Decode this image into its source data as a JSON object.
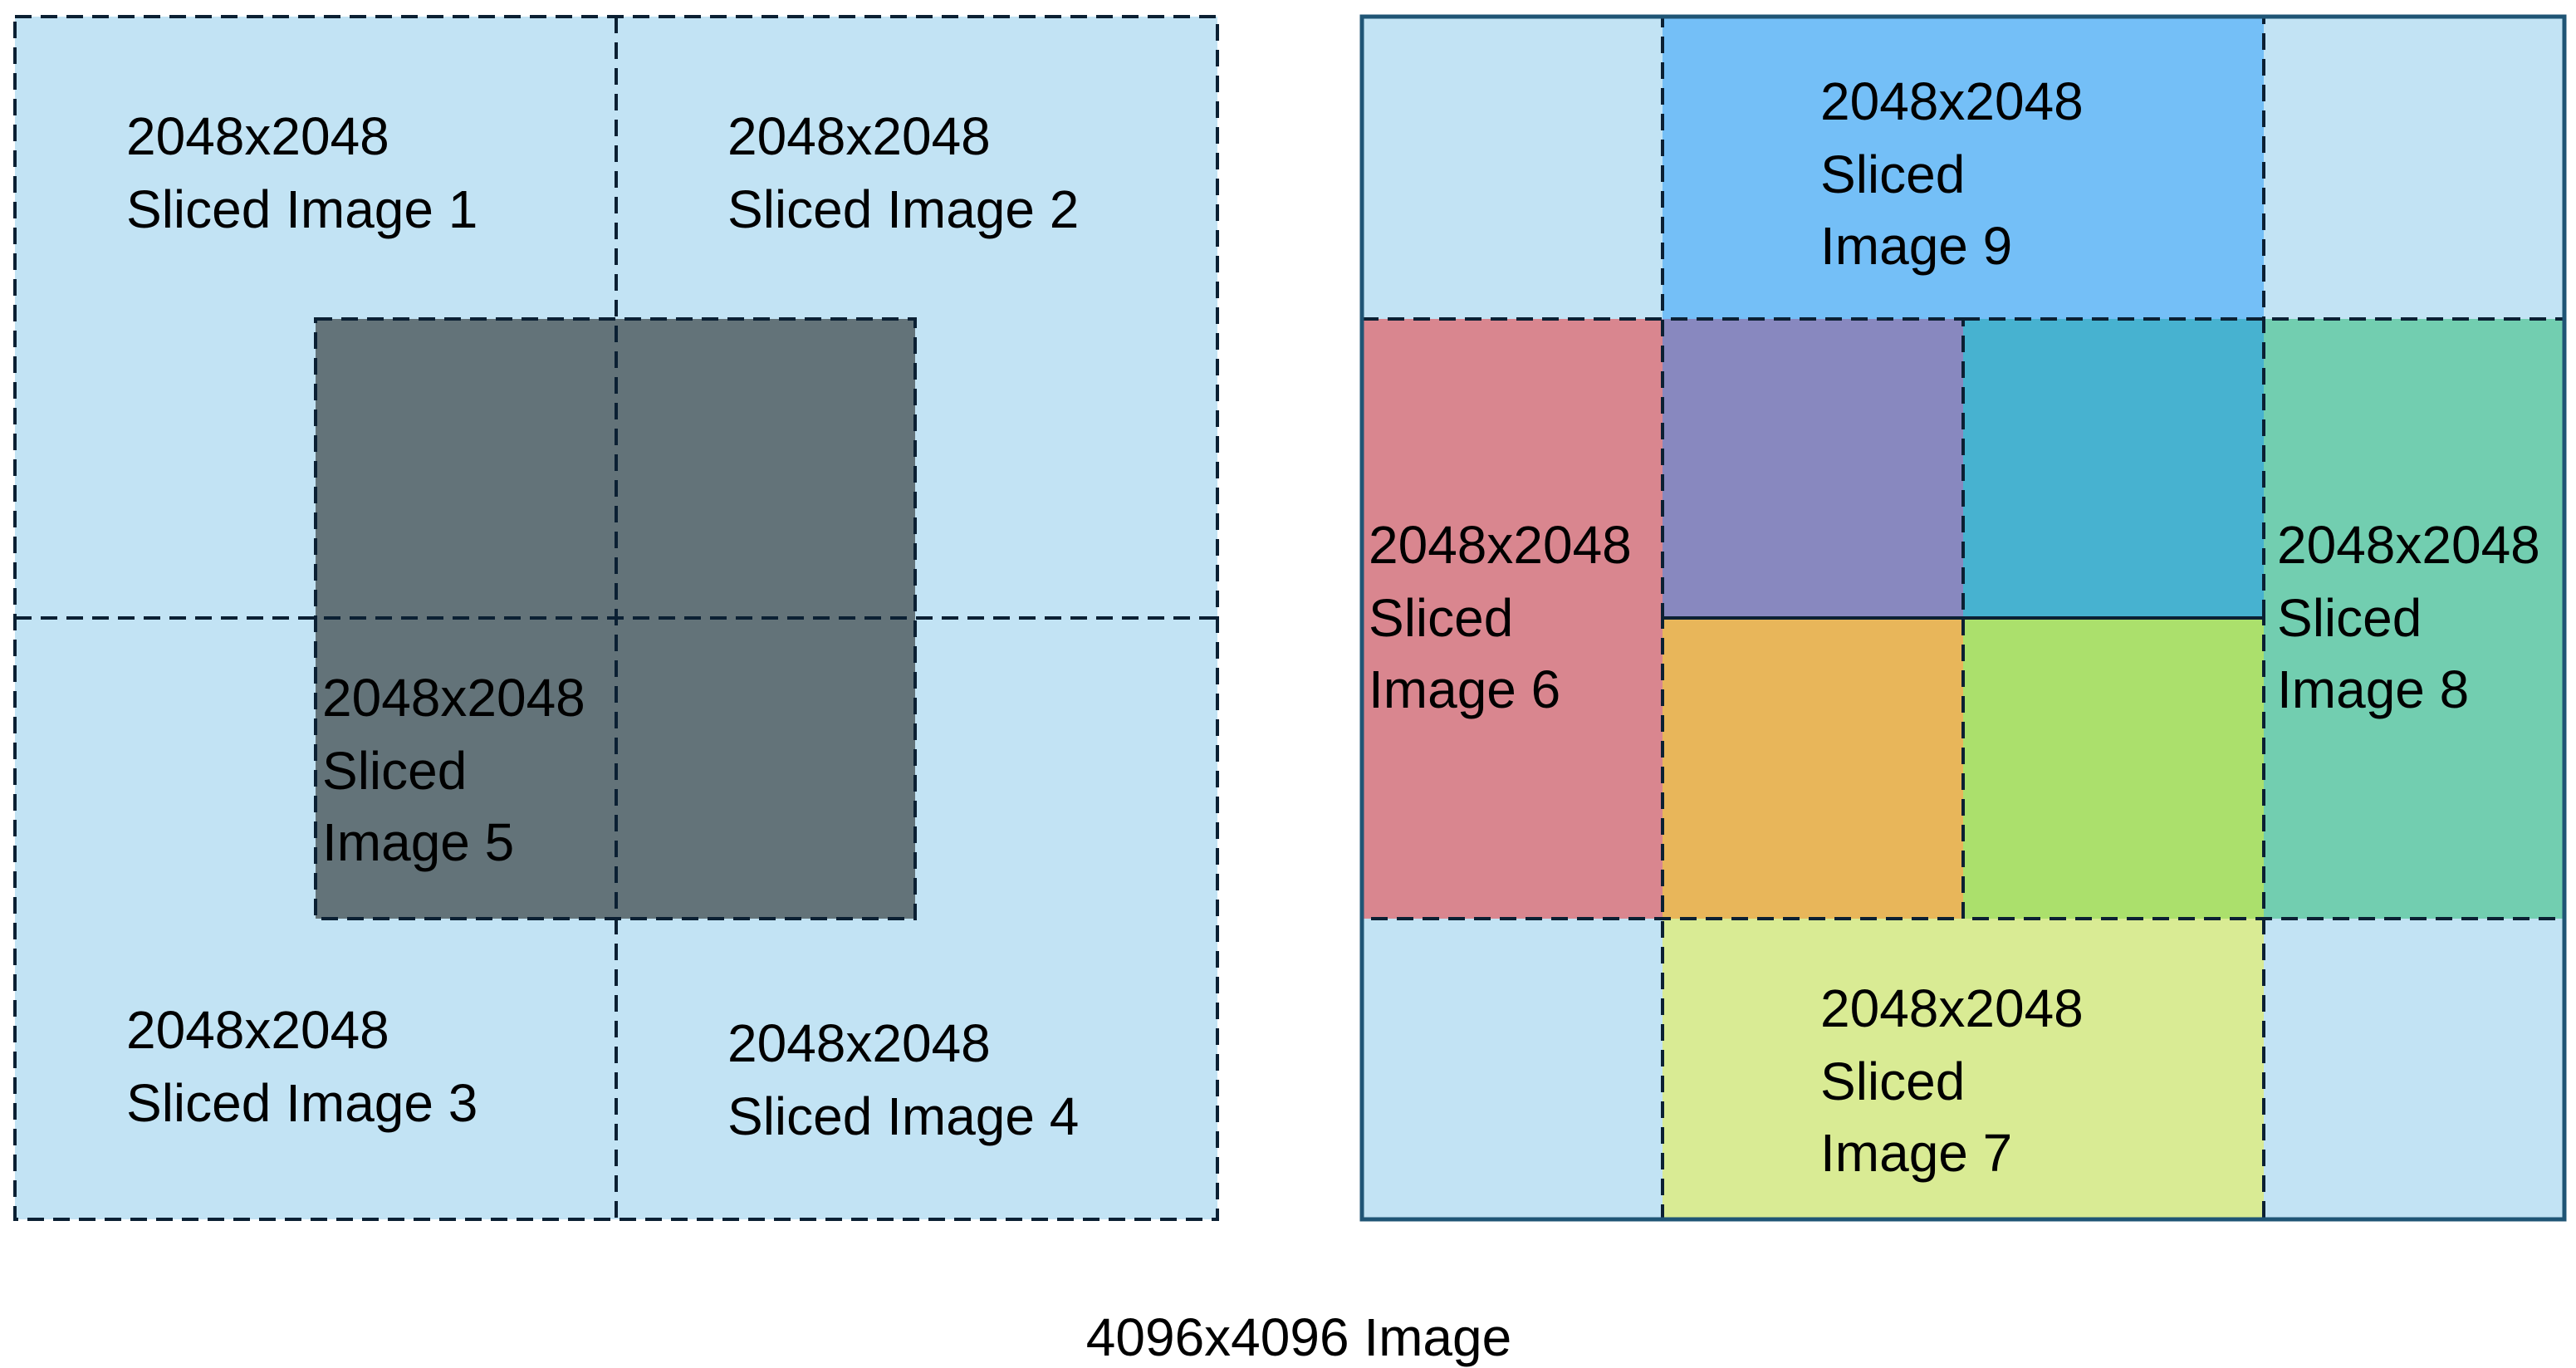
{
  "caption": "4096x4096 Image",
  "colors": {
    "background_tile": "#c2e3f4",
    "frame": "#1f5575",
    "dashed_line": "#0b2033",
    "slice5_overlay": "#637379",
    "slice6": "#d9868f",
    "slice7": "#d9eb94",
    "slice8": "#72ceb0",
    "slice9": "#74bff7",
    "overlap_6_9": "#8888bf",
    "overlap_8_9": "#47b2d0",
    "overlap_6_7": "#e8b65a",
    "overlap_7_8": "#abe06c"
  },
  "left_panel": {
    "slices": [
      {
        "size": "2048x2048",
        "name": "Sliced Image 1"
      },
      {
        "size": "2048x2048",
        "name": "Sliced Image 2"
      },
      {
        "size": "2048x2048",
        "name": "Sliced Image 3"
      },
      {
        "size": "2048x2048",
        "name": "Sliced Image 4"
      },
      {
        "size": "2048x2048",
        "line2": "Sliced",
        "line3": "Image 5"
      }
    ]
  },
  "right_panel": {
    "slices": [
      {
        "size": "2048x2048",
        "line2": "Sliced",
        "line3": "Image 6"
      },
      {
        "size": "2048x2048",
        "line2": "Sliced",
        "line3": "Image 7"
      },
      {
        "size": "2048x2048",
        "line2": "Sliced",
        "line3": "Image 8"
      },
      {
        "size": "2048x2048",
        "line2": "Sliced",
        "line3": "Image 9"
      }
    ]
  }
}
